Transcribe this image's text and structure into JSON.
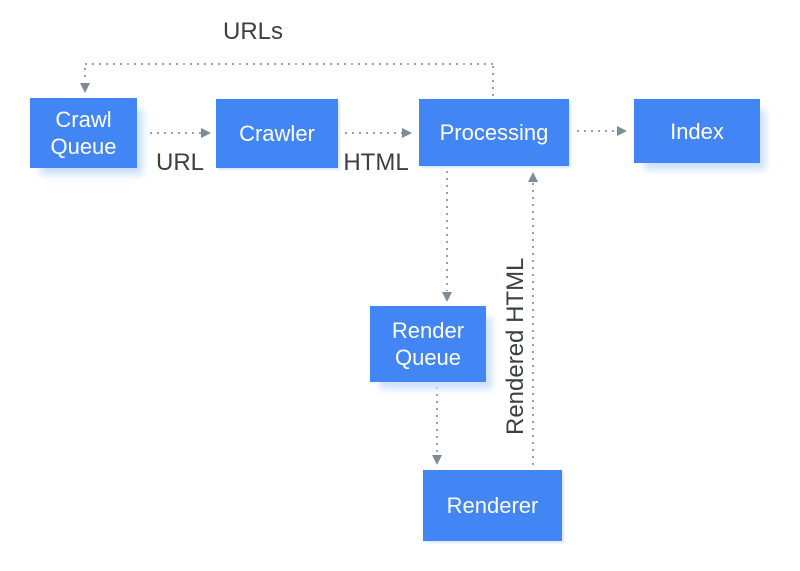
{
  "theme": {
    "canvas_bg": "#ffffff",
    "node_fill": "#4285f4",
    "node_text_color": "#ffffff",
    "node_shadow": "#cfe0fc",
    "node_shadow_faint": "#dce8fd",
    "edge_dot_color": "#9aa0a6",
    "arrow_color": "#7e8b96",
    "label_color": "#3c4043"
  },
  "diagram": {
    "nodes": [
      {
        "id": "crawl-queue",
        "label": "Crawl Queue"
      },
      {
        "id": "crawler",
        "label": "Crawler"
      },
      {
        "id": "processing",
        "label": "Processing"
      },
      {
        "id": "index",
        "label": "Index"
      },
      {
        "id": "render-queue",
        "label": "Render Queue"
      },
      {
        "id": "renderer",
        "label": "Renderer"
      }
    ],
    "edge_labels": {
      "urls": "URLs",
      "url": "URL",
      "html": "HTML",
      "rendered_html": "Rendered HTML"
    },
    "edges": [
      {
        "from": "processing",
        "to": "crawl-queue",
        "label": "URLs",
        "style": "dotted"
      },
      {
        "from": "crawl-queue",
        "to": "crawler",
        "label": "URL",
        "style": "dotted"
      },
      {
        "from": "crawler",
        "to": "processing",
        "label": "HTML",
        "style": "dotted"
      },
      {
        "from": "processing",
        "to": "index",
        "label": "",
        "style": "dotted"
      },
      {
        "from": "processing",
        "to": "render-queue",
        "label": "",
        "style": "dotted"
      },
      {
        "from": "render-queue",
        "to": "renderer",
        "label": "",
        "style": "dotted"
      },
      {
        "from": "renderer",
        "to": "processing",
        "label": "Rendered HTML",
        "style": "dotted"
      }
    ]
  }
}
